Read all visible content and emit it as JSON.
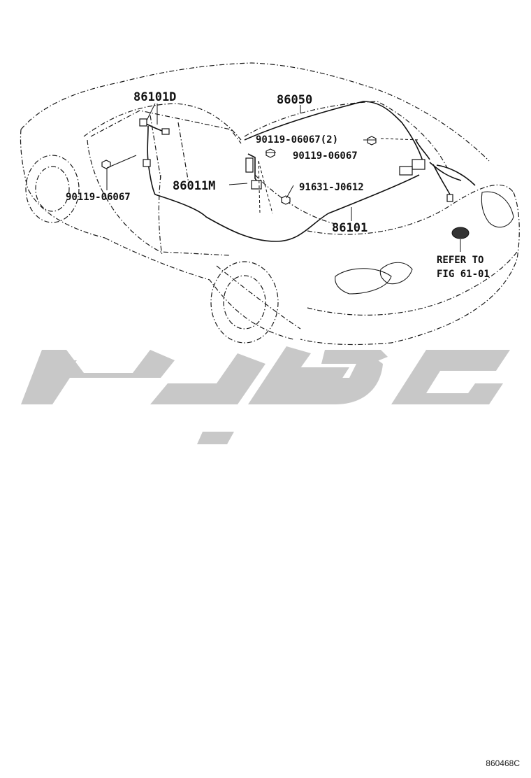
{
  "diagram": {
    "labels": {
      "p86101D": "86101D",
      "p86050": "86050",
      "p90119_06067_2": "90119-06067(2)",
      "p90119_06067_b": "90119-06067",
      "p86011M": "86011M",
      "p91631_J0612": "91631-J0612",
      "p90119_06067_a": "90119-06067",
      "p86101": "86101",
      "refer_line1": "REFER TO",
      "refer_line2": "FIG 61-01"
    },
    "drawing_code": "860468C",
    "colors": {
      "line": "#111111",
      "watermark": "#c8c8c8",
      "background": "#ffffff"
    }
  }
}
